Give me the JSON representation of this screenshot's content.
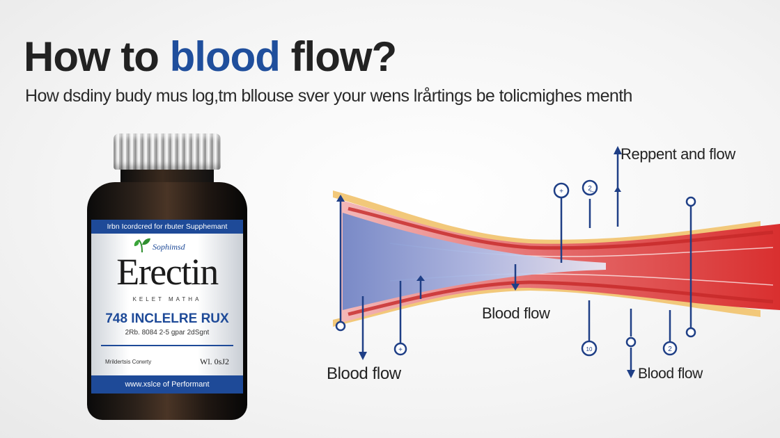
{
  "headline": {
    "part1": "How to ",
    "accent": "blood",
    "part2": " flow?"
  },
  "subtitle": "How dsdiny budy mus log,tm bllouse sver your wens lrårtings be tolicmighes menth",
  "colors": {
    "accent": "#1f4e9c",
    "vessel_wall": "#f2c87a",
    "blood_red": "#dc3434",
    "flow_blue": "#1f3f86"
  },
  "bottle": {
    "band_top": "Irbn Icordcred for rbuter Supphemant",
    "brand_small": "Sophimsd",
    "brand": "Erectin",
    "brand_tag": "KELET MATHA",
    "product_line": "748 INCLELRE RUX",
    "product_sub": "2Rb. 8084 2-5 gpar 2dSgnt",
    "footer_left": "Mrildertsis Corwrty",
    "footer_right": "Wl. 0sJ2",
    "band_bottom": "www.xslce of Performant"
  },
  "diagram": {
    "labels": {
      "top_right": "Reppent and flow",
      "middle": "Blood flow",
      "bottom_left": "Blood flow",
      "bottom_right": "Blood flow"
    },
    "markers": [
      "+",
      "2̲",
      "+",
      "10",
      "2"
    ]
  }
}
